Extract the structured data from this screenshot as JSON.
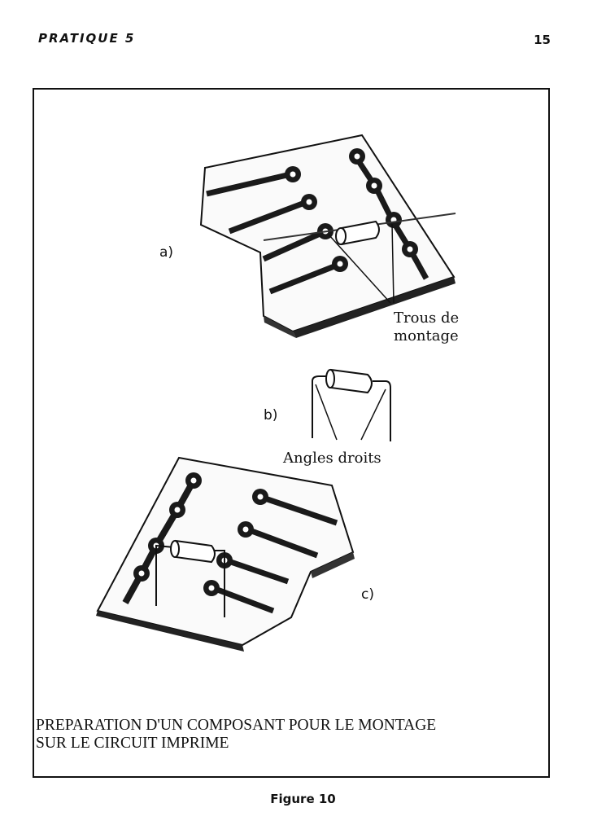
{
  "header": {
    "running_head": "PRATIQUE 5",
    "page_number": "15"
  },
  "figure": {
    "panels": {
      "a": {
        "label": "a)",
        "callout_line1": "Trous de",
        "callout_line2": "montage"
      },
      "b": {
        "label": "b)",
        "callout": "Angles droits"
      },
      "c": {
        "label": "c)"
      }
    },
    "caption_line1": "PREPARATION D'UN COMPOSANT POUR LE MONTAGE",
    "caption_line2": "SUR LE CIRCUIT IMPRIME"
  },
  "footer": {
    "figure_number": "Figure 10"
  }
}
